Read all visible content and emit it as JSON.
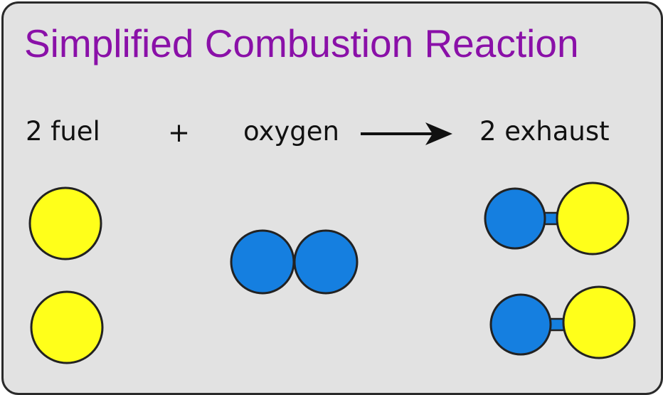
{
  "title": "Simplified Combustion Reaction",
  "equation": {
    "reactant_1": "2 fuel",
    "plus": "+",
    "reactant_2": "oxygen",
    "product": "2 exhaust"
  },
  "colors": {
    "title": "#8a10a8",
    "fuel_atom": "#ffff1a",
    "oxygen_atom": "#157fe0",
    "background": "#e2e2e2",
    "outline": "#222222"
  },
  "icons": {
    "arrow": "reaction-arrow-icon"
  }
}
